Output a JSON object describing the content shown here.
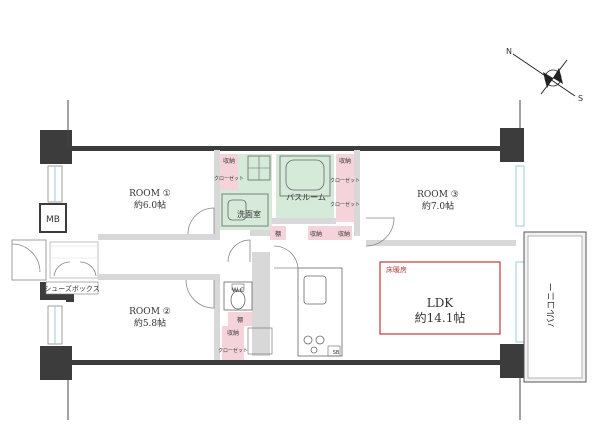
{
  "compass": {
    "north": "N",
    "south": "S",
    "icon": "compass-rose-icon"
  },
  "rooms": {
    "room1": {
      "name": "ROOM ①",
      "size": "約6.0帖"
    },
    "room2": {
      "name": "ROOM ②",
      "size": "約5.8帖"
    },
    "room3": {
      "name": "ROOM ③",
      "size": "約7.0帖"
    },
    "ldk": {
      "name": "LDK",
      "size": "約14.1帖"
    },
    "senmenjo": "洗面室",
    "bathroom": "バスルーム",
    "wc": "W.C",
    "balcony": "バルコニー"
  },
  "labels": {
    "mb": "MB",
    "shoes_box": "シューズボックス",
    "storage": "収納",
    "closet": "クローゼット",
    "shelf": "棚",
    "floor_heating": "床暖房",
    "sb": "SB"
  },
  "colors": {
    "wall": "#3c3c3c",
    "closet_fill": "#f4d3db",
    "bath_fill": "#d5ead9",
    "floor_heating_border": "#c23a3a",
    "window": "#9fcbd3"
  }
}
